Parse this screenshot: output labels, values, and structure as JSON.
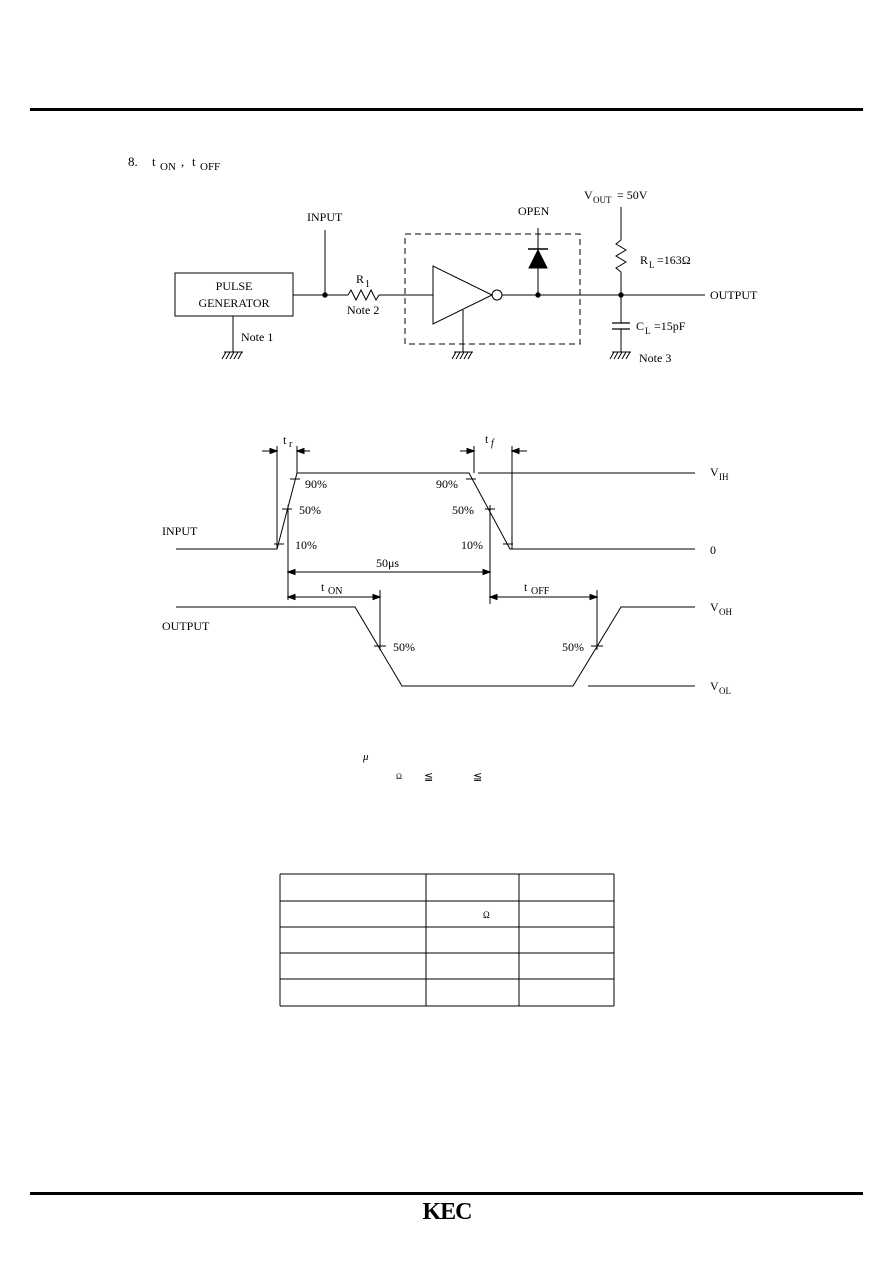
{
  "section": {
    "number": "8.",
    "t": "t",
    "on": "ON",
    "comma": ",",
    "off": "OFF"
  },
  "circuit": {
    "input_label": "INPUT",
    "pulse_generator_line1": "PULSE",
    "pulse_generator_line2": "GENERATOR",
    "note1": "Note 1",
    "r1_main": "R",
    "r1_sub": "1",
    "note2": "Note 2",
    "open_label": "OPEN",
    "vout_main": "V",
    "vout_sub": "OUT",
    "vout_value": "= 50V",
    "rl_main": "R",
    "rl_sub": "L",
    "rl_value": "=163Ω",
    "output_label": "OUTPUT",
    "cl_main": "C",
    "cl_sub": "L",
    "cl_value": "=15pF",
    "note3": "Note 3"
  },
  "timing": {
    "tr_main": "t",
    "tr_sub": "r",
    "tf_main": "t",
    "tf_sub": "f",
    "input_label": "INPUT",
    "output_label": "OUTPUT",
    "p90_left": "90%",
    "p50_left": "50%",
    "p10_left": "10%",
    "p90_right": "90%",
    "p50_right": "50%",
    "p10_right": "10%",
    "width_label": "50μs",
    "ton_main": "t",
    "ton_sub": "ON",
    "toff_main": "t",
    "toff_sub": "OFF",
    "out50_left": "50%",
    "out50_right": "50%",
    "vih_main": "V",
    "vih_sub": "IH",
    "zero": "0",
    "voh_main": "V",
    "voh_sub": "OH",
    "vol_main": "V",
    "vol_sub": "OL"
  },
  "notes_fragments": {
    "mu": "μ",
    "omega": "Ω",
    "le1": "≦",
    "le2": "≦"
  },
  "table": {
    "cell_omega": "Ω"
  },
  "logo": "KEC"
}
